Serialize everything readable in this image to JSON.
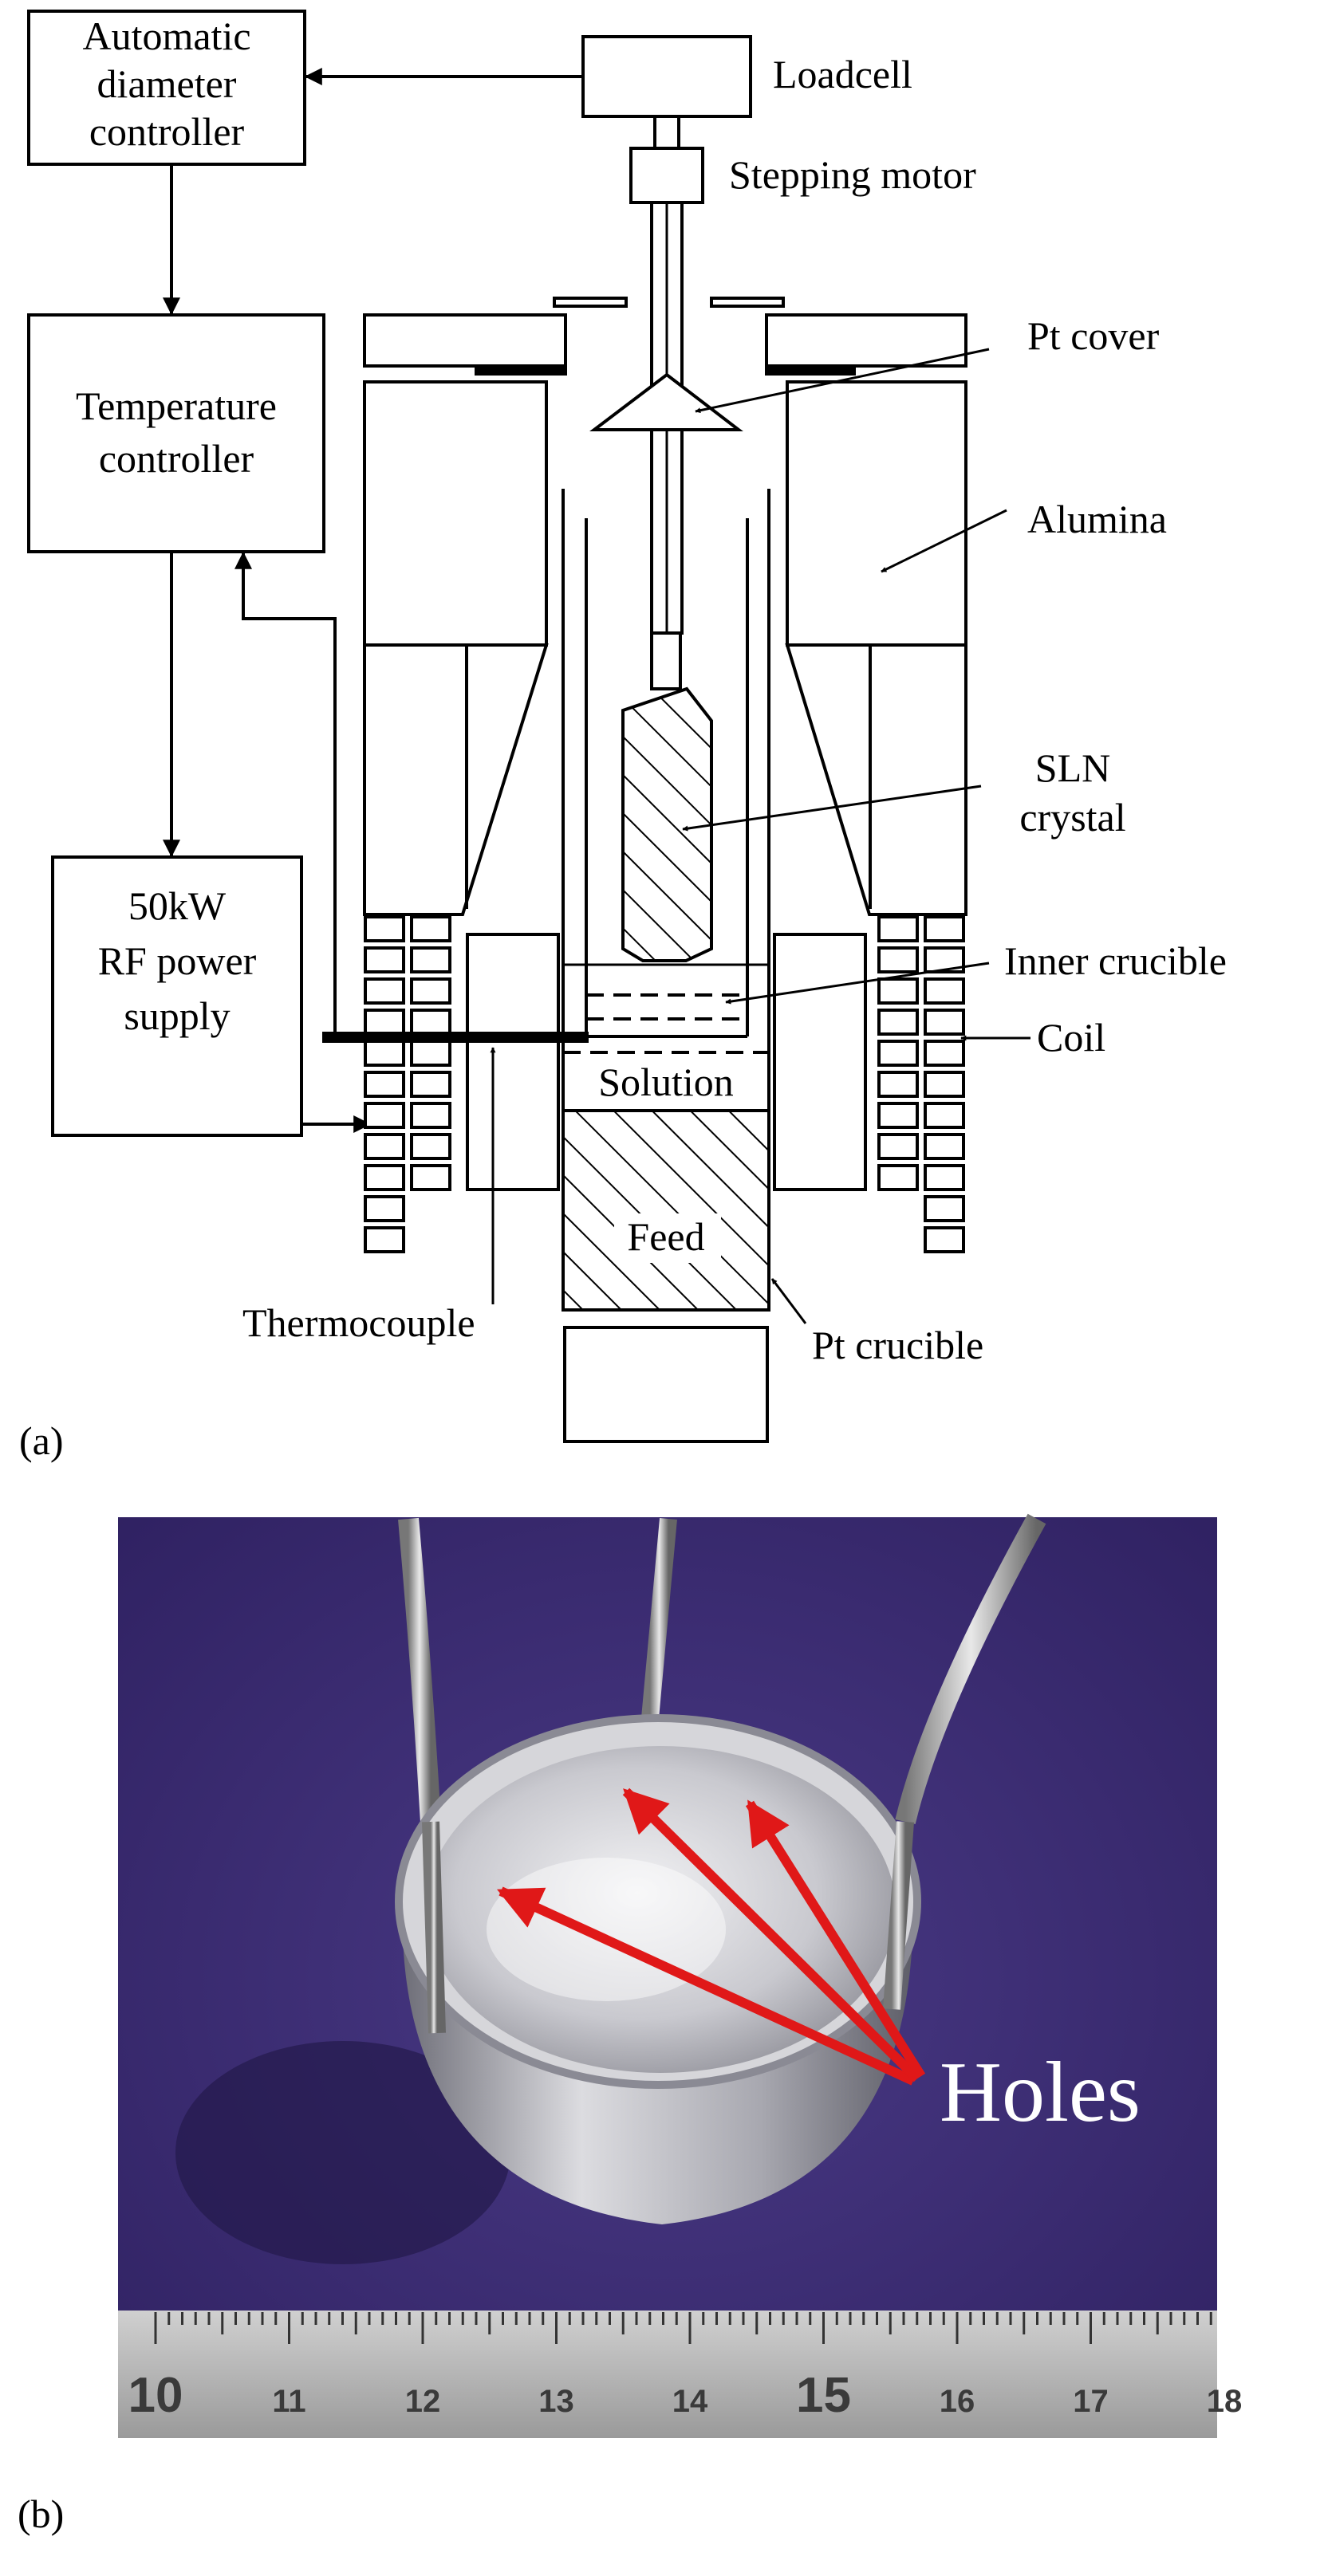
{
  "panel_a": {
    "label": "(a)",
    "boxes": {
      "adc_line1": "Automatic",
      "adc_line2": "diameter",
      "adc_line3": "controller",
      "temp_line1": "Temperature",
      "temp_line2": "controller",
      "rf_line1": "50kW",
      "rf_line2": "RF power",
      "rf_line3": "supply"
    },
    "labels": {
      "loadcell": "Loadcell",
      "stepping_motor": "Stepping motor",
      "pt_cover": "Pt cover",
      "alumina": "Alumina",
      "sln_line1": "SLN",
      "sln_line2": "crystal",
      "inner_crucible": "Inner crucible",
      "coil": "Coil",
      "solution": "Solution",
      "feed": "Feed",
      "thermocouple": "Thermocouple",
      "pt_crucible": "Pt crucible"
    }
  },
  "panel_b": {
    "label": "(b)",
    "holes_label": "Holes",
    "ruler_numbers": [
      "10",
      "11",
      "12",
      "13",
      "14",
      "15",
      "16",
      "17",
      "18"
    ]
  },
  "colors": {
    "background_purple": "#3a2a6e",
    "arrow_red": "#e01818",
    "metal_silver": "#c8c8cc",
    "ruler": "#b4b4b4"
  }
}
